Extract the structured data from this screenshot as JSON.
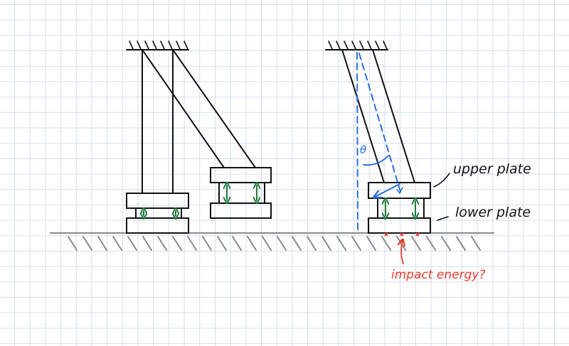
{
  "diagram": {
    "theta_label": "θ",
    "upper_plate_label": "upper plate",
    "lower_plate_label": "lower plate",
    "impact_label": "impact energy?",
    "colors": {
      "ink": "#111111",
      "spring_arrows": "#1f7a3c",
      "angle_marks": "#2a6fe0",
      "impact": "#e8392b",
      "ground": "#888888",
      "grid": "#d3dcec"
    }
  }
}
